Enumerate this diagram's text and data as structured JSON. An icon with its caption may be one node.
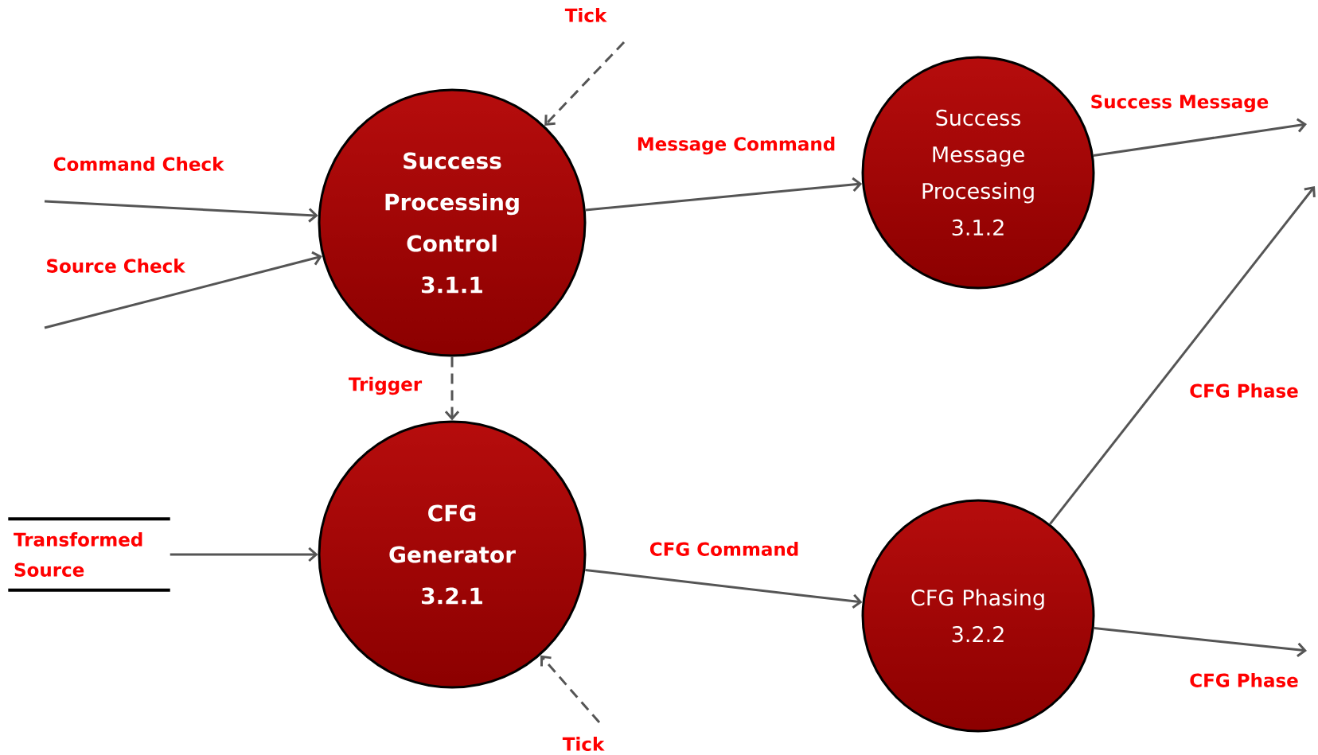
{
  "diagram": {
    "nodes": [
      {
        "text": [
          "Success Processing Control",
          "3.1.1"
        ]
      },
      {
        "text": [
          "Success Message Processing",
          "3.1.2"
        ]
      },
      {
        "text": [
          "CFG Generator",
          "3.2.1"
        ]
      },
      {
        "text": [
          "CFG Phasing",
          "3.2.2"
        ]
      },
      {
        "text": [
          "Transformed Source"
        ]
      }
    ],
    "edges": [
      {
        "from": null,
        "to": 0,
        "arrow": "to",
        "label": "Command Check"
      },
      {
        "from": null,
        "to": 0,
        "arrow": "to",
        "label": "Source Check"
      },
      {
        "from": null,
        "to": 0,
        "arrow": "to",
        "label": "Tick",
        "style": "dashed"
      },
      {
        "from": 0,
        "to": 2,
        "arrow": "to",
        "label": "Trigger",
        "style": "dashed"
      },
      {
        "from": 0,
        "to": 1,
        "arrow": "to",
        "label": "Message Command"
      },
      {
        "from": 1,
        "to": null,
        "arrow": "to",
        "label": "Success  Message"
      },
      {
        "from": 4,
        "to": 2,
        "arrow": "to"
      },
      {
        "from": 2,
        "to": 3,
        "arrow": "to",
        "label": "CFG Command"
      },
      {
        "from": null,
        "to": 2,
        "arrow": "to",
        "label": "Tick",
        "style": "dashed"
      },
      {
        "from": 3,
        "to": null,
        "arrow": "to",
        "label": "CFG  Phase"
      },
      {
        "from": 3,
        "to": null,
        "arrow": "to",
        "label": "CFG  Phase"
      }
    ]
  }
}
